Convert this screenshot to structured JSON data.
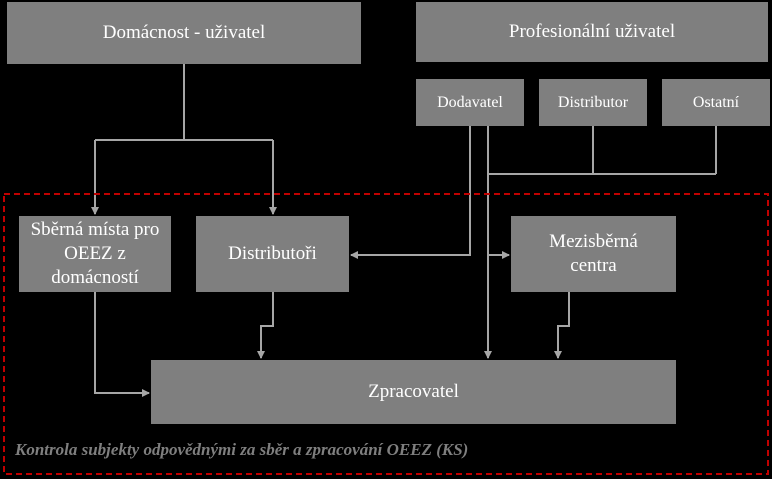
{
  "boxes": {
    "household_user": "Domácnost - uživatel",
    "professional_user": "Profesionální uživatel",
    "supplier": "Dodavatel",
    "distributor": "Distributor",
    "other": "Ostatní",
    "collection_points": "Sběrná místa pro OEEZ z domácností",
    "distributors": "Distributoři",
    "intermediate_centers": "Mezisběrná centra",
    "processor": "Zpracovatel"
  },
  "caption": "Kontrola subjekty odpovědnými za sběr a zpracování OEEZ (KS)",
  "colors": {
    "box": "#7f7f7f",
    "text": "#ffffff",
    "line": "#a6a6a6",
    "dashed_border": "#c00000",
    "background": "#000000"
  }
}
